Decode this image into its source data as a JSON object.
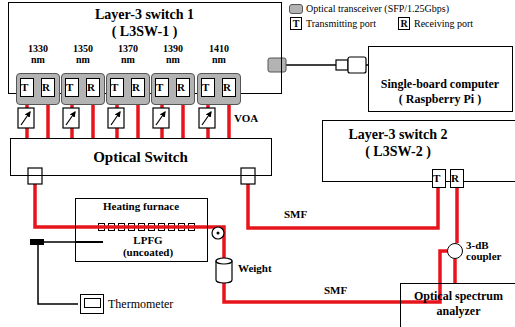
{
  "diagram": {
    "nodes": [
      {
        "text": [
          "Layer-3 switch 1 ( L3SW-1 )"
        ]
      },
      {
        "text": [
          "1330 nm"
        ],
        "in": 0
      },
      {
        "text": [
          "T"
        ],
        "in": 1
      },
      {
        "text": [
          "R"
        ],
        "in": 1
      },
      {
        "text": [
          "1350 nm"
        ],
        "in": 0
      },
      {
        "text": [
          "T"
        ],
        "in": 4
      },
      {
        "text": [
          "R"
        ],
        "in": 4
      },
      {
        "text": [
          "1370 nm"
        ],
        "in": 0
      },
      {
        "text": [
          "T"
        ],
        "in": 7
      },
      {
        "text": [
          "R"
        ],
        "in": 7
      },
      {
        "text": [
          "1390 nm"
        ],
        "in": 0
      },
      {
        "text": [
          "T"
        ],
        "in": 10
      },
      {
        "text": [
          "R"
        ],
        "in": 10
      },
      {
        "text": [
          "1410 nm"
        ],
        "in": 0
      },
      {
        "text": [
          "T"
        ],
        "in": 13
      },
      {
        "text": [
          "R"
        ],
        "in": 13
      },
      {
        "text": [
          "Optical Switch"
        ]
      },
      {
        "text": [
          "Single-board computer ( Raspberry Pi )"
        ]
      },
      {
        "text": [
          "Layer-3 switch 2 ( L3SW-2 )"
        ]
      },
      {
        "text": [
          "T"
        ],
        "in": 18
      },
      {
        "text": [
          "R"
        ],
        "in": 18
      },
      {
        "text": [
          "Heating furnace"
        ]
      },
      {
        "text": [
          "Thermometer"
        ]
      },
      {
        "text": [
          "3-dB coupler"
        ]
      },
      {
        "text": [
          "Optical spectrum analyzer"
        ]
      }
    ],
    "edges": [
      {
        "from": 2,
        "to": 16,
        "arrow": "none"
      },
      {
        "from": 3,
        "to": 16,
        "arrow": "none"
      },
      {
        "from": 5,
        "to": 16,
        "arrow": "none"
      },
      {
        "from": 6,
        "to": 16,
        "arrow": "none"
      },
      {
        "from": 8,
        "to": 16,
        "arrow": "none"
      },
      {
        "from": 9,
        "to": 16,
        "arrow": "none"
      },
      {
        "from": 11,
        "to": 16,
        "arrow": "none"
      },
      {
        "from": 12,
        "to": 16,
        "arrow": "none"
      },
      {
        "from": 14,
        "to": 16,
        "arrow": "none"
      },
      {
        "from": 15,
        "to": 16,
        "arrow": "none"
      },
      {
        "from": 16,
        "to": 21,
        "arrow": "none"
      },
      {
        "from": 21,
        "to": 23,
        "label": "SMF",
        "arrow": "none"
      },
      {
        "from": 16,
        "to": 19,
        "label": "SMF",
        "arrow": "none"
      },
      {
        "from": 20,
        "to": 23,
        "arrow": "none"
      },
      {
        "from": 23,
        "to": 24,
        "arrow": "none"
      },
      {
        "from": 0,
        "to": 17,
        "arrow": "none"
      },
      {
        "from": 22,
        "to": 21,
        "arrow": "none"
      }
    ],
    "labels": [
      "T",
      "R",
      "VOA",
      "LPFG (uncoated)",
      "Weight"
    ],
    "legend": [
      {
        "text": "Optical transceiver (SFP/1.25Gbps)",
        "color": "#b3b3b3"
      },
      {
        "text": "Transmitting port"
      },
      {
        "text": "Receiving port"
      }
    ]
  }
}
